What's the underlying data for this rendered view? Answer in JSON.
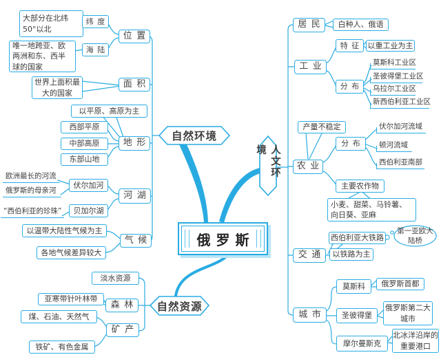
{
  "colors": {
    "accent": "#29abe2",
    "shadow": "#b9e5f7",
    "text": "#3c3c3c"
  },
  "center": {
    "label": "俄罗斯"
  },
  "natural": {
    "branch": "自然环境",
    "location": {
      "label": "位置",
      "latitude": "纬度",
      "latitude_note": "大部分在北纬50°以北",
      "sea_land": "海陆",
      "sea_land_note": "唯一地跨亚、欧两洲和东、西半球的国家"
    },
    "area": {
      "label": "面积",
      "note": "世界上面积最大的国家"
    },
    "terrain": {
      "label": "地形",
      "note": "以平原、高原为主",
      "items": [
        "西部平原",
        "中部高原",
        "东部山地"
      ]
    },
    "rivers": {
      "label": "河湖",
      "volga": "伏尔加河",
      "volga_note1": "欧洲最长的河流",
      "volga_note2": "俄罗斯的母亲河",
      "baikal": "贝加尔湖",
      "baikal_note": "“西伯利亚的珍珠”"
    },
    "climate": {
      "label": "气候",
      "note1": "以温带大陆性气候为主",
      "note2": "各地气候差异较大"
    }
  },
  "resources": {
    "branch": "自然资源",
    "forest": {
      "label": "森林",
      "freshwater": "淡水资源",
      "taiga": "亚寒带针叶林带"
    },
    "minerals": {
      "label": "矿产",
      "fossil": "煤、石油、天然气",
      "metal": "铁矿、有色金属"
    }
  },
  "human": {
    "branch": "人文环境",
    "residents": {
      "label": "居民",
      "note": "白种人、俄语"
    },
    "industry": {
      "label": "工业",
      "feature": "特征",
      "feature_note": "以重工业为主",
      "distribution": "分布",
      "zones": [
        "莫斯科工业区",
        "圣彼得堡工业区",
        "乌拉尔工业区",
        "新西伯利亚工业区"
      ]
    },
    "agriculture": {
      "label": "农业",
      "yield_note": "产量不稳定",
      "distribution": "分布",
      "areas": [
        "伏尔加河流域",
        "顿河流域",
        "西伯利亚南部"
      ],
      "crops_label": "主要农作物",
      "crops": "小麦、甜菜、马铃薯、向日葵、亚麻"
    },
    "transport": {
      "label": "交通",
      "railway": "西伯利亚大铁路",
      "bridge": "第一亚欧大陆桥",
      "note": "以铁路为主"
    },
    "cities": {
      "label": "城市",
      "moscow": "莫斯科",
      "moscow_note": "俄罗斯首都",
      "petersburg": "圣彼得堡",
      "petersburg_note": "俄罗斯第二大城市",
      "murmansk": "摩尔曼斯克",
      "murmansk_note": "北冰洋沿岸的重要港口"
    }
  }
}
